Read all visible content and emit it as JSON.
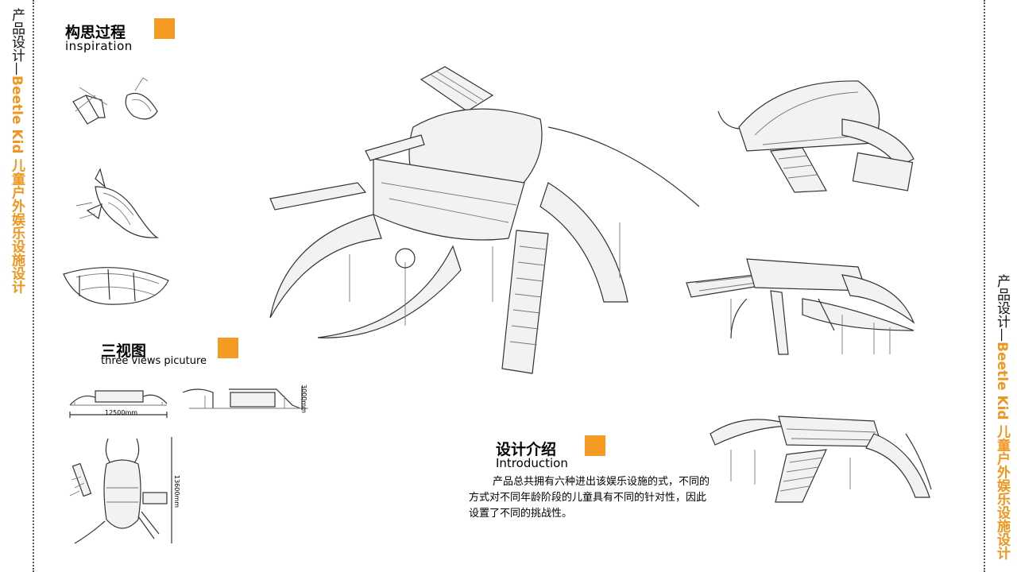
{
  "side": {
    "label_cn": "产品设计",
    "separator": "—",
    "title": "Beetle Kid 儿童户外娱乐设施设计"
  },
  "sections": {
    "inspiration": {
      "title_cn": "构思过程",
      "title_en": "inspiration"
    },
    "three_views": {
      "title_cn": "三视图",
      "title_en": "three views picuture"
    },
    "introduction": {
      "title_cn": "设计介绍",
      "title_en": "Introduction"
    }
  },
  "description": "产品总共拥有六种进出该娱乐设施的式，不同的方式对不同年龄阶段的儿童具有不同的针对性，因此设置了不同的挑战性。",
  "dimensions": {
    "width": "12500mm",
    "height": "3000mm",
    "depth": "13600mm"
  },
  "colors": {
    "accent": "#f59a23",
    "side_title": "#f0961e",
    "divider": "#555555"
  }
}
